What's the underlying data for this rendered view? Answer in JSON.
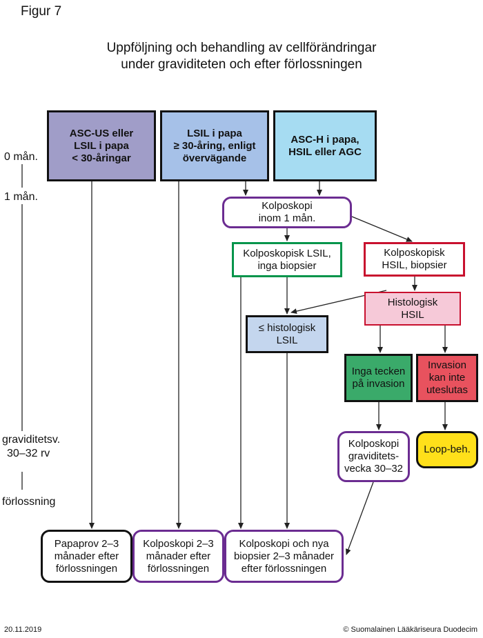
{
  "figure_label": "Figur 7",
  "title_lines": [
    "Uppföljning och behandling av cellförändringar",
    "under graviditeten och efter förlossningen"
  ],
  "timeline": {
    "m0": "0 mån.",
    "m1": "1 mån.",
    "gv": "graviditetsv.",
    "rv": "30–32 rv",
    "birth": "förlossning"
  },
  "boxes": {
    "ascus": "ASC-US eller\nLSIL i papa\n< 30-åringar",
    "lsil": "LSIL i papa\n≥ 30-åring, enligt\növervägande",
    "asch": "ASC-H i papa,\nHSIL eller AGC",
    "kolpo1": "Kolposkopi\ninom 1 mån.",
    "klsil": "Kolposkopisk LSIL,\ninga biopsier",
    "khsil": "Kolposkopisk\nHSIL, biopsier",
    "hhsil": "Histologisk\nHSIL",
    "lehist": "≤ histologisk\nLSIL",
    "noinv": "Inga tecken\npå invasion",
    "inv": "Invasion\nkan inte\nuteslutas",
    "kolpo_gv": "Kolposkopi\ngraviditets-\nvecka 30–32",
    "loop": "Loop-beh.",
    "papa_after": "Papaprov 2–3\nmånader efter\nförlossningen",
    "kolpo_after": "Kolposkopi 2–3\nmånader efter\nförlossningen",
    "biopsy_after": "Kolposkopi och nya\nbiopsier 2–3 månader\nefter förlossningen"
  },
  "footer": {
    "date": "20.11.2019",
    "copyright": "© Suomalainen Lääkäriseura Duodecim"
  },
  "colors": {
    "ascus_fill": "#a09dc8",
    "lsil_fill": "#a6c1e8",
    "asch_fill": "#a6dcf2",
    "purple_border": "#6b2c91",
    "green_border": "#00944a",
    "red_border": "#c8102e",
    "pink_fill": "#f6c9d8",
    "lightblue_fill": "#c4d6ee",
    "green_fill": "#3aaa6a",
    "red_fill": "#e8525e",
    "yellow_fill": "#ffe01a"
  }
}
